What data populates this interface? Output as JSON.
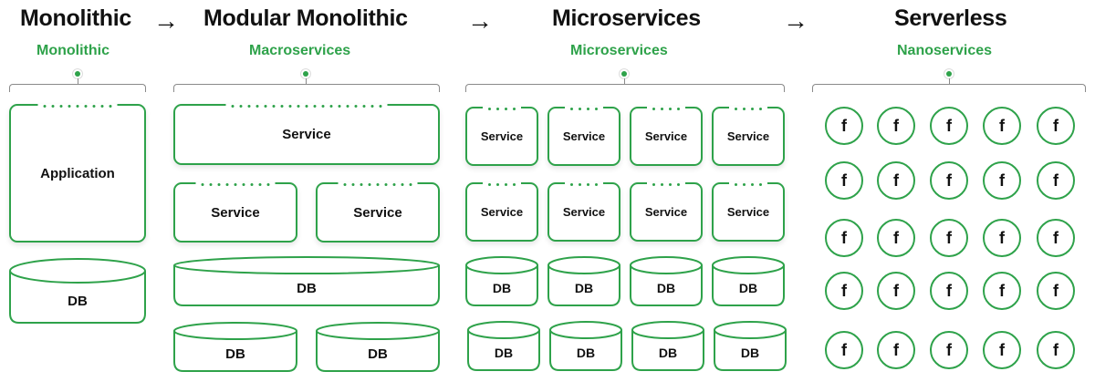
{
  "columns": [
    {
      "title": "Monolithic",
      "subtitle": "Monolithic"
    },
    {
      "title": "Modular Monolithic",
      "subtitle": "Macroservices"
    },
    {
      "title": "Microservices",
      "subtitle": "Microservices"
    },
    {
      "title": "Serverless",
      "subtitle": "Nanoservices"
    }
  ],
  "arrow": "→",
  "labels": {
    "application": "Application",
    "service": "Service",
    "db": "DB",
    "function": "f"
  },
  "colors": {
    "accent": "#2ea24a",
    "text": "#111111",
    "bracket": "#8a8a8a"
  }
}
